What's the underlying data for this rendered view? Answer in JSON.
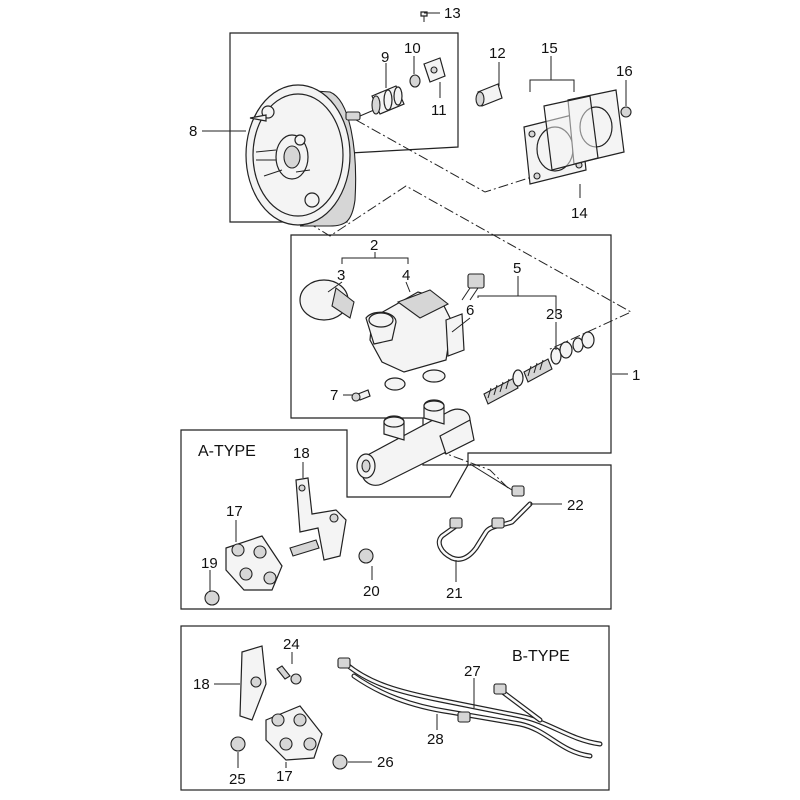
{
  "callouts": {
    "c1": "1",
    "c2": "2",
    "c3": "3",
    "c4": "4",
    "c5": "5",
    "c6": "6",
    "c7": "7",
    "c8": "8",
    "c9": "9",
    "c10": "10",
    "c11": "11",
    "c12": "12",
    "c13": "13",
    "c14": "14",
    "c15": "15",
    "c16": "16",
    "c17": "17",
    "c17b": "17",
    "c18": "18",
    "c18b": "18",
    "c19": "19",
    "c20": "20",
    "c21": "21",
    "c22": "22",
    "c23": "23",
    "c24": "24",
    "c25": "25",
    "c26": "26",
    "c27": "27",
    "c28": "28"
  },
  "sections": {
    "a_type": "A-TYPE",
    "b_type": "B-TYPE"
  }
}
